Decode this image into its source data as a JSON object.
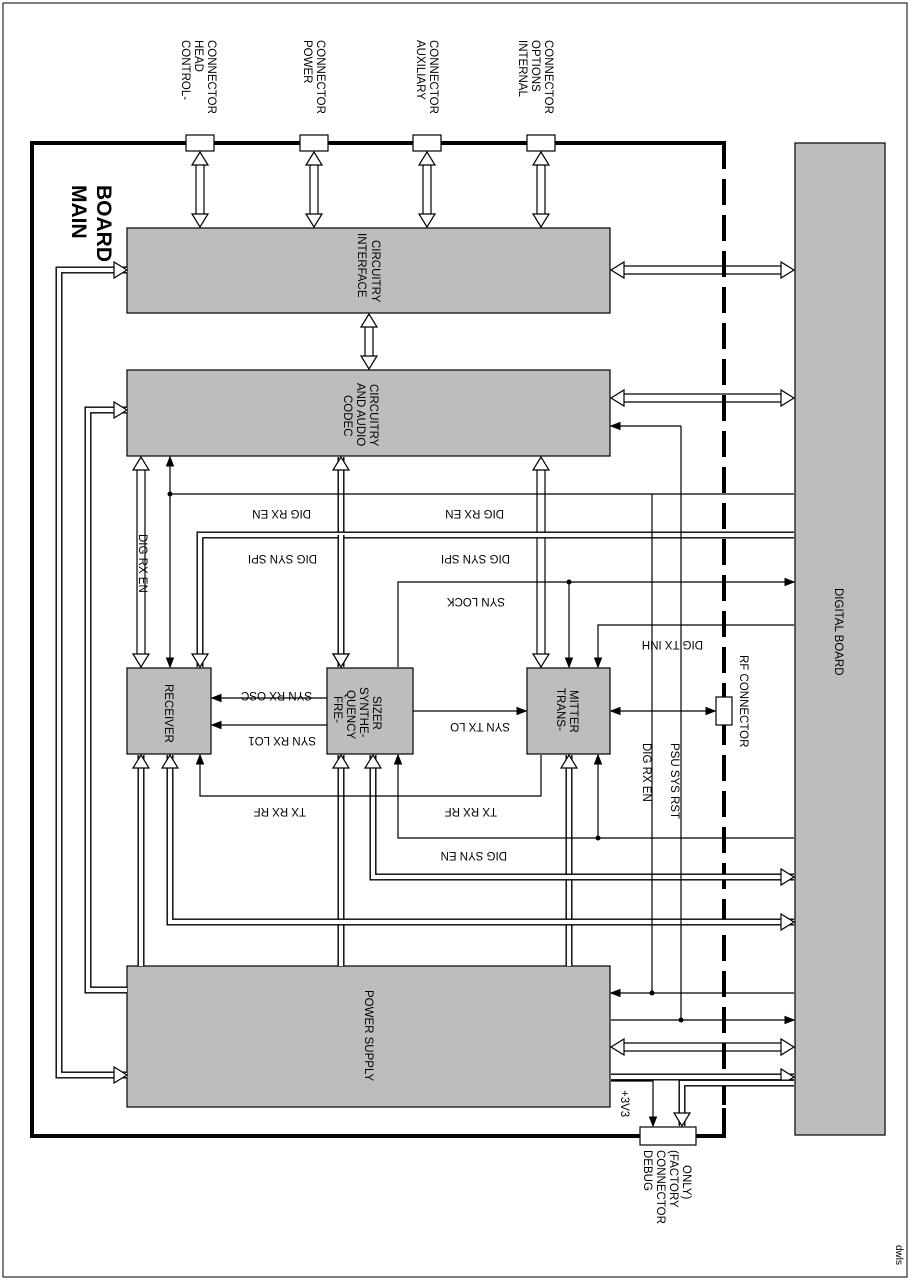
{
  "main_board": {
    "line1": "MAIN",
    "line2": "BOARD"
  },
  "blocks": {
    "interface": {
      "line1": "INTERFACE",
      "line2": "CIRCUITRY"
    },
    "codec": {
      "line1": "CODEC",
      "line2": "AND AUDIO",
      "line3": "CIRCUITRY"
    },
    "receiver": {
      "line1": "RECEIVER"
    },
    "synth": {
      "line1": "FRE-",
      "line2": "QUENCY",
      "line3": "SYNTHE-",
      "line4": "SIZER"
    },
    "transmitter": {
      "line1": "TRANS-",
      "line2": "MITTER"
    },
    "power_supply": {
      "line1": "POWER SUPPLY"
    },
    "digital_board": {
      "line1": "DIGITAL BOARD"
    }
  },
  "connectors": {
    "control_head": {
      "line1": "CONTROL-",
      "line2": "HEAD",
      "line3": "CONNECTOR"
    },
    "power": {
      "line1": "POWER",
      "line2": "CONNECTOR"
    },
    "auxiliary": {
      "line1": "AUXILIARY",
      "line2": "CONNECTOR"
    },
    "internal_options": {
      "line1": "INTERNAL",
      "line2": "OPTIONS",
      "line3": "CONNECTOR"
    },
    "rf": {
      "line1": "RF CONNECTOR"
    },
    "debug": {
      "line1": "DEBUG",
      "line2": "CONNECTOR",
      "line3": "(FACTORY",
      "line4": "ONLY)"
    }
  },
  "signals": {
    "dig_rx_en": "DIG RX EN",
    "dig_syn_spi": "DIG SYN SPI",
    "syn_lock": "SYN LOCK",
    "dig_tx_inh": "DIG TX INH",
    "syn_rx_osc": "SYN RX OSC",
    "syn_rx_lo1": "SYN RX LO1",
    "syn_tx_lo": "SYN TX LO",
    "tx_rx_rf": "TX RX RF",
    "dig_syn_en": "DIG SYN EN",
    "psu_sys_rst": "PSU SYS RST",
    "plus_3v3": "+3V3"
  },
  "footer": {
    "code": "dwls"
  }
}
